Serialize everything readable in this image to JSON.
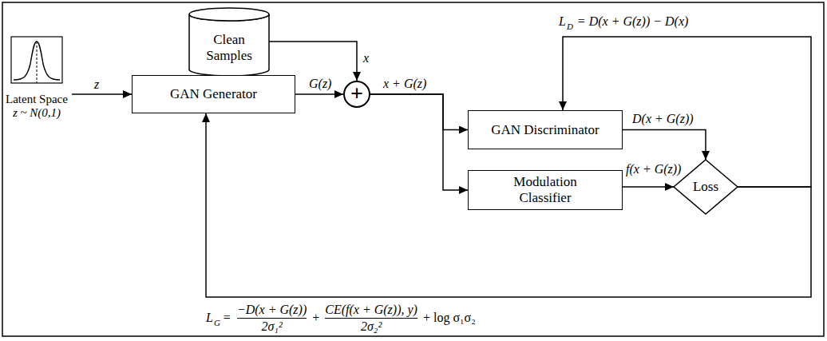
{
  "diagram": {
    "nodes": [
      {
        "text": [
          "Clean Samples"
        ]
      },
      {
        "text": [
          "Latent Space",
          "z ~ N(0,1)"
        ]
      },
      {
        "text": [
          "GAN Generator"
        ]
      },
      {
        "text": [
          "+"
        ]
      },
      {
        "text": [
          "GAN Discriminator"
        ]
      },
      {
        "text": [
          "Modulation Classifier"
        ]
      },
      {
        "text": [
          "Loss"
        ]
      }
    ],
    "edges": [
      {
        "from": 1,
        "to": 2,
        "arrow": "to",
        "label": "z"
      },
      {
        "from": 2,
        "to": 3,
        "arrow": "to",
        "label": "G(z)"
      },
      {
        "from": 0,
        "to": 3,
        "arrow": "to",
        "label": "x"
      },
      {
        "from": 3,
        "to": 4,
        "arrow": "to",
        "label": "x + G(z)"
      },
      {
        "from": 3,
        "to": 5,
        "arrow": "to"
      },
      {
        "from": 4,
        "to": 6,
        "arrow": "to",
        "label": "D(x + G(z))"
      },
      {
        "from": 5,
        "to": 6,
        "arrow": "to",
        "label": "f(x + G(z))"
      },
      {
        "from": 6,
        "to": 4,
        "arrow": "to"
      },
      {
        "from": 6,
        "to": 2,
        "arrow": "to"
      }
    ],
    "labels": [
      "L",
      "D",
      "= D(x + G(z)) − D(x)",
      "L",
      "G",
      "=",
      "−D(x + G(z))",
      "2σ₁²",
      "+",
      "CE(f(x + G(z)), y)",
      "2σ₂²",
      "+ log σ₁σ₂"
    ]
  }
}
